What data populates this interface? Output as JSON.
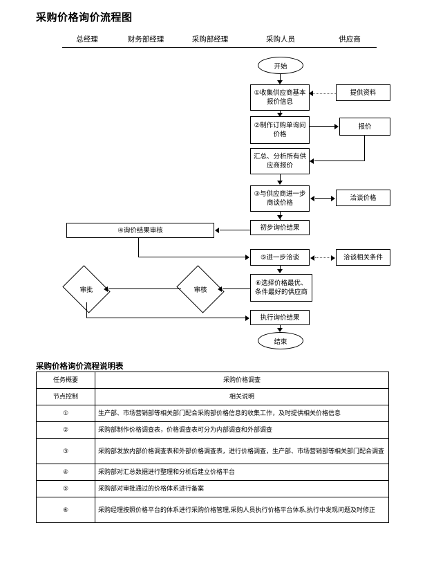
{
  "document": {
    "title": "采购价格询价流程图"
  },
  "swimlanes": {
    "headers": [
      {
        "label": "总经理"
      },
      {
        "label": "财务部经理"
      },
      {
        "label": "采购部经理"
      },
      {
        "label": "采购人员"
      },
      {
        "label": "供应商"
      }
    ]
  },
  "flowchart": {
    "nodes": {
      "start": "开始",
      "step1": "①收集供应商基本报价信息",
      "provide_docs": "提供资料",
      "step2": "②制作订购单询问价格",
      "quotation": "报价",
      "summarize": "汇总、分析所有供应商报价",
      "step3": "③与供应商进一步商谈价格",
      "negotiate_price": "洽谈价格",
      "prelim_result": "初步询价结果",
      "step4": "④询价结果审核",
      "step5": "⑤进一步洽谈",
      "negotiate_terms": "洽谈相关条件",
      "step6": "⑥选择价格最优、条件最好的供应商",
      "review": "审核",
      "approve": "审批",
      "execute": "执行询价结果",
      "end": "结束"
    }
  },
  "spec_table": {
    "title": "采购价格询价流程说明表",
    "rows": [
      {
        "index": "任务概要",
        "text": "采购价格调查",
        "align": "center"
      },
      {
        "index": "节点控制",
        "text": "相关说明",
        "align": "center"
      },
      {
        "index": "①",
        "text": "生产部、市场营销部等相关部门配合采购部价格信息的收集工作，及时提供相关价格信息",
        "align": "left"
      },
      {
        "index": "②",
        "text": "采购部制作价格调查表，价格调查表可分为内部调查和外部调查",
        "align": "left"
      },
      {
        "index": "③",
        "text": "采购部发放内部价格调查表和外部价格调查表，进行价格调查，生产部、市场营销部等相关部门配合调查",
        "align": "left"
      },
      {
        "index": "④",
        "text": "采购部对汇总数据进行整理和分析后建立价格平台",
        "align": "left"
      },
      {
        "index": "⑤",
        "text": "采购部对审批通过的价格体系进行备案",
        "align": "left"
      },
      {
        "index": "⑥",
        "text": "采购经理按照价格平台的体系进行采购价格管理,采购人员执行价格平台体系,执行中发现问题及时修正",
        "align": "left"
      }
    ]
  }
}
